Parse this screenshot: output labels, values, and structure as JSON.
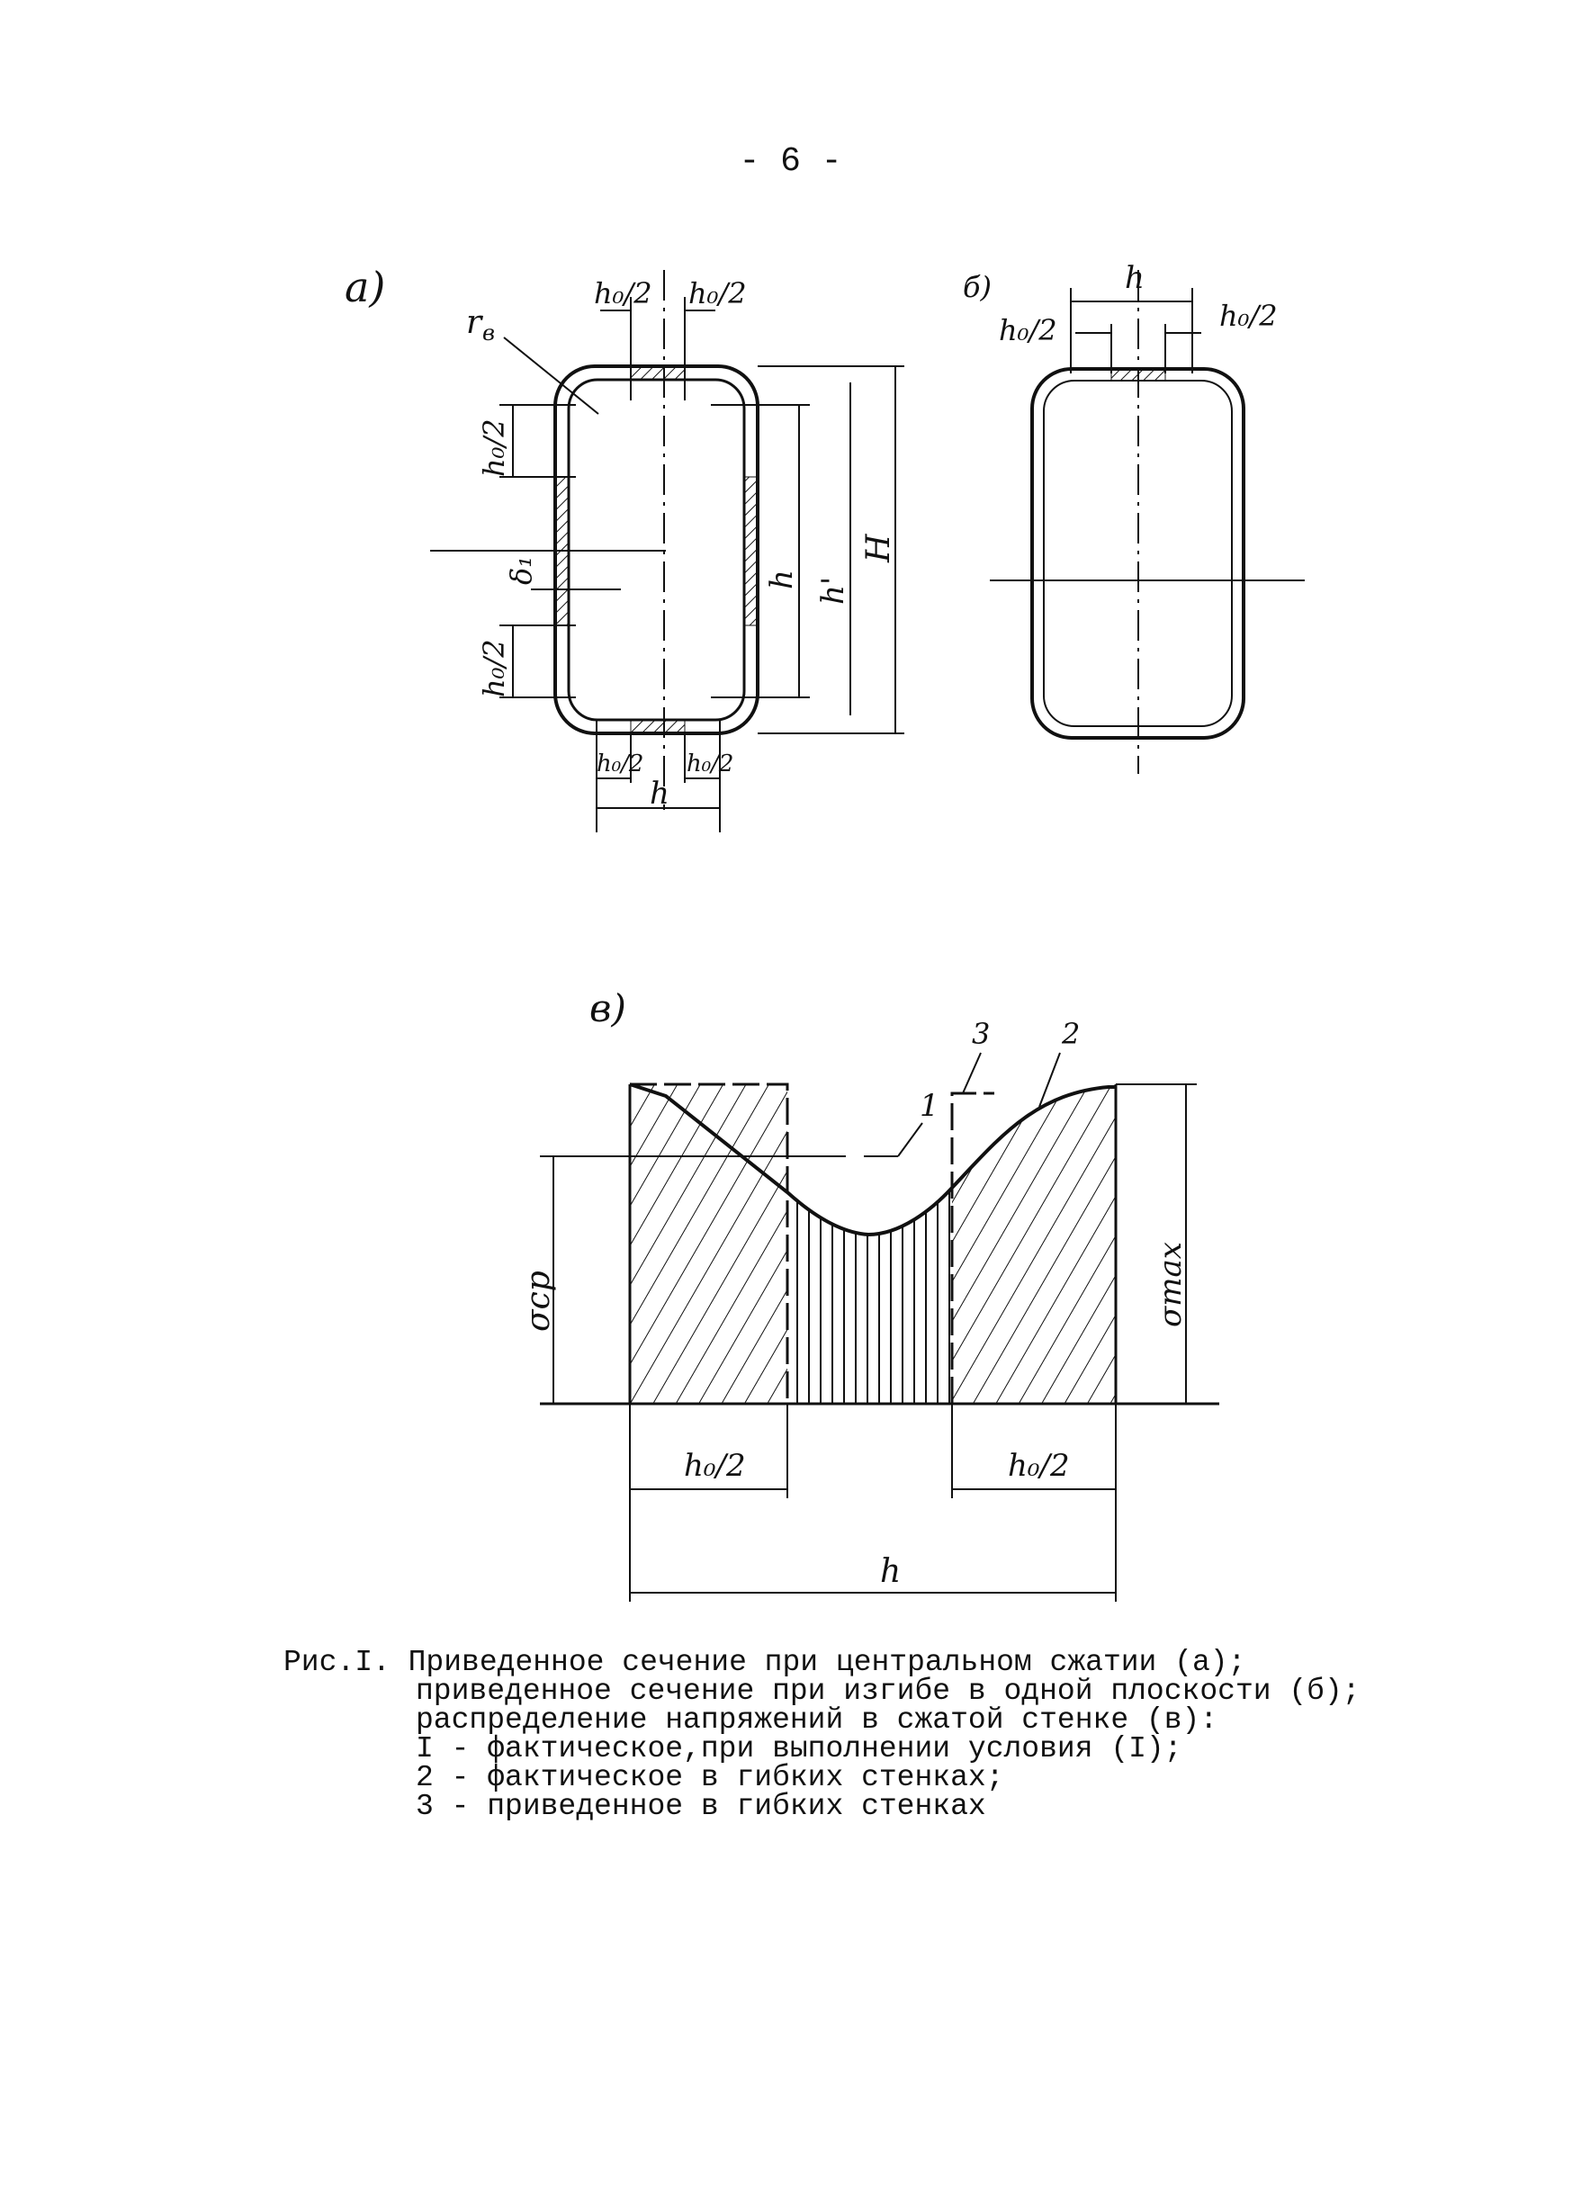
{
  "page_number": "- 6 -",
  "panels": {
    "a": {
      "label": "а)",
      "corner_radius_label": "r",
      "corner_radius_sub": "в",
      "h0_half_top_left": "h₀/2",
      "h0_half_top_right": "h₀/2",
      "h0_half_side_upper": "h₀/2",
      "h0_half_side_lower": "h₀/2",
      "h0_half_bottom_left": "h₀/2",
      "h0_half_bottom_right": "h₀/2",
      "delta_label": "δ₁",
      "h_inner_label": "h",
      "h_prime_label": "h'",
      "H_label": "H",
      "h_bottom_label": "h"
    },
    "b": {
      "label": "б)",
      "h_label": "h",
      "h0_half_left": "h₀/2",
      "h0_half_right": "h₀/2"
    },
    "c": {
      "label": "в)",
      "curve_1": "1",
      "curve_2": "2",
      "curve_3": "3",
      "sigma_cp": "σcp",
      "sigma_max": "σmax",
      "h0_half_left": "h₀/2",
      "h0_half_right": "h₀/2",
      "h_total": "h"
    }
  },
  "caption": {
    "line1": "Рис.I. Приведенное сечение при центральном сжатии (а);",
    "line2": "приведенное сечение при изгибе в одной плоскости (б);",
    "line3": "распределение напряжений в сжатой стенке (в):",
    "line4": "I - фактическое,при выполнении условия (I);",
    "line5": "2 - фактическое в гибких стенках;",
    "line6": "3 - приведенное в гибких стенках"
  }
}
